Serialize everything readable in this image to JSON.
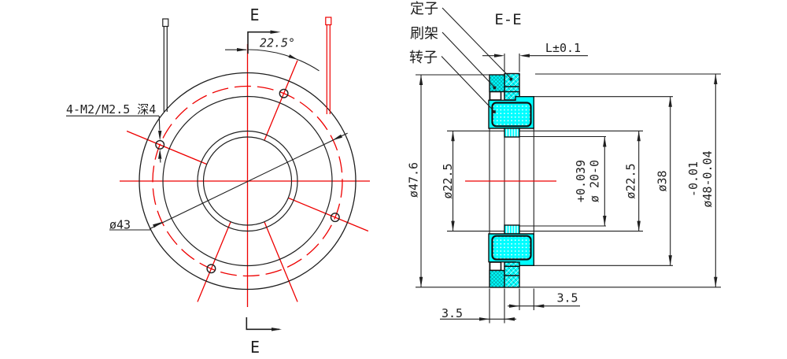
{
  "front_view": {
    "section_label_top": "E",
    "section_label_bottom": "E",
    "angle_dim": "22.5°",
    "hole_note": "4-M2/M2.5 深4",
    "bolt_circle_dim": "ø43"
  },
  "section_view": {
    "title": "E-E",
    "parts": {
      "stator": "定子",
      "brush_holder": "刷架",
      "rotor": "转子"
    },
    "dims": {
      "length": "L±0.1",
      "stator_od": "ø47.6",
      "bore_left": "ø22.5",
      "bore_tol_upper": "+0.039",
      "bore_tol_base": "ø 20-0",
      "bore_right": "ø22.5",
      "rotor_od": "ø38",
      "flange_tol_upper": "-0.01",
      "flange_tol_base": "ø48-0.04",
      "step_left": "3.5",
      "step_right": "3.5"
    }
  },
  "colors": {
    "line": "#1f1f1f",
    "centerline_red": "#ee0000",
    "section_fill_cyan": "#00fdff"
  }
}
